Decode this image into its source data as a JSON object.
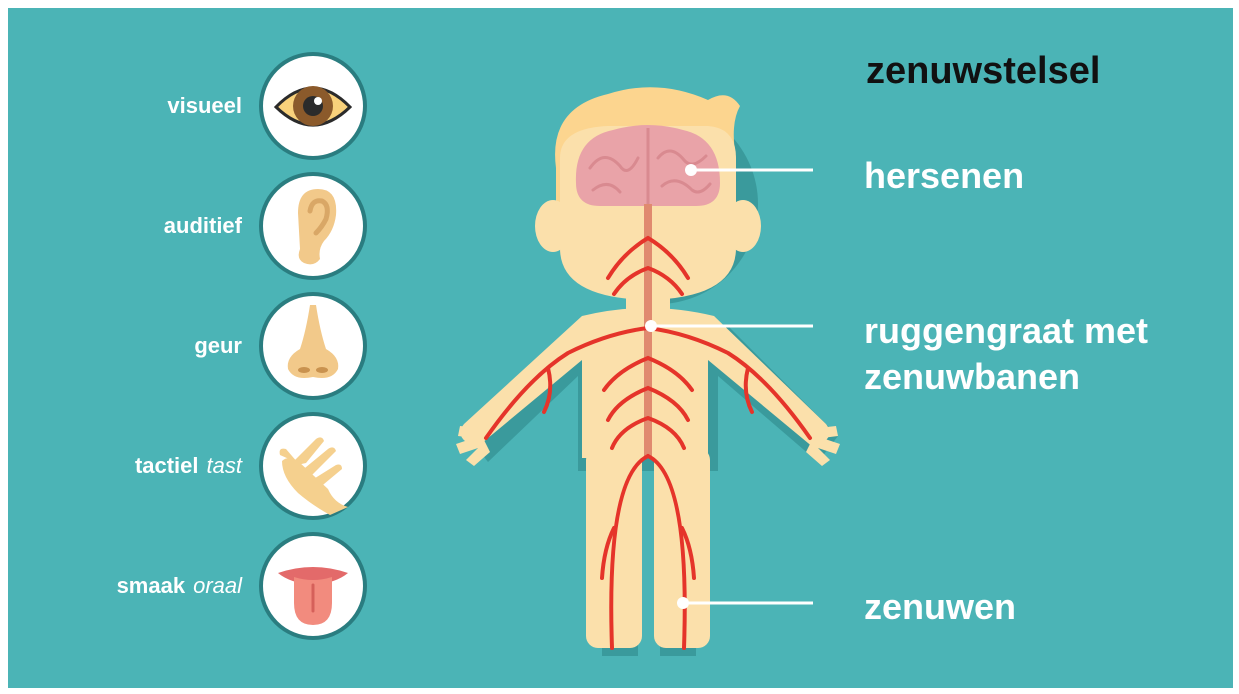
{
  "title": "zenuwstelsel",
  "senses": [
    {
      "label": "visueel",
      "label_em": "",
      "icon": "eye-icon"
    },
    {
      "label": "auditief",
      "label_em": "",
      "icon": "ear-icon"
    },
    {
      "label": "geur",
      "label_em": "",
      "icon": "nose-icon"
    },
    {
      "label": "tactiel",
      "label_em": "tast",
      "icon": "hand-icon"
    },
    {
      "label": "smaak",
      "label_em": "oraal",
      "icon": "tongue-icon"
    }
  ],
  "callouts": {
    "brain": "hersenen",
    "spine_line1": "ruggengraat met",
    "spine_line2": "zenuwbanen",
    "nerves": "zenuwen"
  },
  "colors": {
    "background": "#4bb4b6",
    "skin": "#fbe0ab",
    "hair": "#fcd58f",
    "nerve": "#e5342a",
    "brain": "#e9a3a8",
    "icon_ring": "#ffffff",
    "icon_border": "#2a7d80"
  }
}
